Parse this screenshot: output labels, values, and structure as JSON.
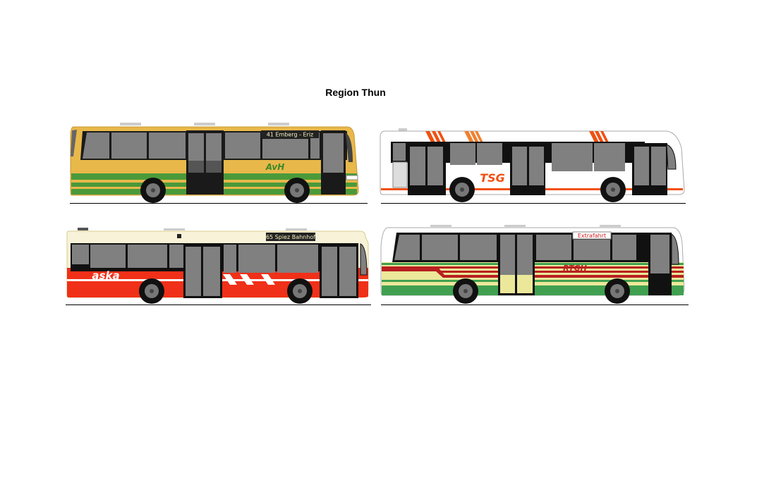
{
  "title": "Region Thun",
  "buses": [
    {
      "operator_logo": "AvH",
      "destination": "41 Emberg - Eriz",
      "colors": {
        "body": "#e8b84a",
        "band": "#4a9a3a"
      }
    },
    {
      "operator_logo": "TSG",
      "colors": {
        "body": "#ffffff",
        "accent": "#f05010",
        "accent2": "#f8b040"
      }
    },
    {
      "operator_logo": "aska",
      "destination": "65 Spiez Bahnhof",
      "colors": {
        "roof": "#f8f2d8",
        "body": "#f03018"
      }
    },
    {
      "operator_logo": "RTGH",
      "destination": "Extrafahrt",
      "colors": {
        "body": "#ece89a",
        "band": "#40a050",
        "stripe": "#b82020"
      }
    }
  ]
}
